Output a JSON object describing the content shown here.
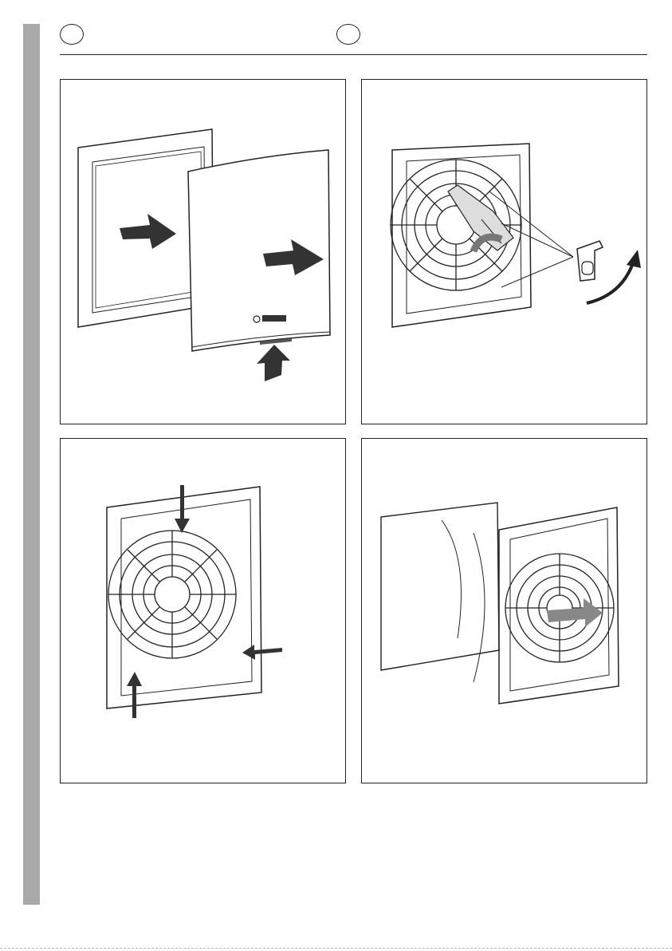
{
  "header": {
    "lang_left": "",
    "lang_right": ""
  },
  "colors": {
    "side_strip": "#a9a9a9",
    "line": "#222222",
    "arrow_grey": "#555555"
  },
  "figures": [
    {
      "name": "remove-front-cover",
      "icons": [
        "frame-outline",
        "front-cover",
        "push-arrow-icon",
        "logo-icon"
      ]
    },
    {
      "name": "release-clip-with-screwdriver",
      "icons": [
        "fan-grille",
        "screwdriver-icon",
        "clip-part-icon",
        "rotate-arrow-icon"
      ]
    },
    {
      "name": "press-release-tabs",
      "icons": [
        "fan-grille",
        "press-arrow-icon"
      ]
    },
    {
      "name": "pull-out-fan-unit",
      "icons": [
        "housing-box",
        "fan-grille",
        "pull-arrow-icon"
      ]
    }
  ]
}
